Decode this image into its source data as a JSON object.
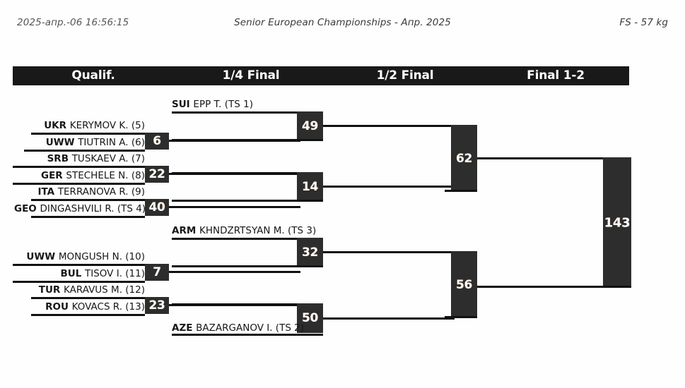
{
  "meta": {
    "timestamp": "2025-апр.-06 16:56:15",
    "event_title": "Senior European Championships - Апр. 2025",
    "weight_class": "FS - 57 kg"
  },
  "rounds": [
    {
      "label": "Qualif."
    },
    {
      "label": "1/4 Final"
    },
    {
      "label": "1/2 Final"
    },
    {
      "label": "Final 1-2"
    }
  ],
  "bracket": {
    "qualification": [
      {
        "country": "UKR",
        "name": "KERYMOV K. (5)",
        "score": ""
      },
      {
        "country": "UWW",
        "name": "TIUTRIN A. (6)",
        "score": "6"
      },
      {
        "country": "SRB",
        "name": "TUSKAEV A. (7)",
        "score": ""
      },
      {
        "country": "GER",
        "name": "STECHELE N. (8)",
        "score": "22"
      },
      {
        "country": "ITA",
        "name": "TERRANOVA R. (9)",
        "score": ""
      },
      {
        "country": "GEO",
        "name": "DINGASHVILI R. (TS 4)",
        "score": "40"
      },
      {
        "country": "UWW",
        "name": "MONGUSH N. (10)",
        "score": ""
      },
      {
        "country": "BUL",
        "name": "TISOV I. (11)",
        "score": "7"
      },
      {
        "country": "TUR",
        "name": "KARAVUS M. (12)",
        "score": ""
      },
      {
        "country": "ROU",
        "name": "KOVACS R. (13)",
        "score": "23"
      }
    ],
    "quarterfinal": [
      {
        "country": "SUI",
        "name": "EPP T. (TS 1)",
        "score": "49"
      },
      {
        "country": "",
        "name": "",
        "score": "14"
      },
      {
        "country": "ARM",
        "name": "KHNDZRTSYAN M. (TS 3)",
        "score": "32"
      },
      {
        "country": "AZE",
        "name": "BAZARGANOV I. (TS 2)",
        "score": "50"
      }
    ],
    "semifinal": [
      {
        "score": "62"
      },
      {
        "score": "56"
      }
    ],
    "final": [
      {
        "score": "143"
      }
    ]
  },
  "colors": {
    "bar": "#191919",
    "box": "#2d2d2d",
    "line": "#111111",
    "text": "#171717"
  }
}
